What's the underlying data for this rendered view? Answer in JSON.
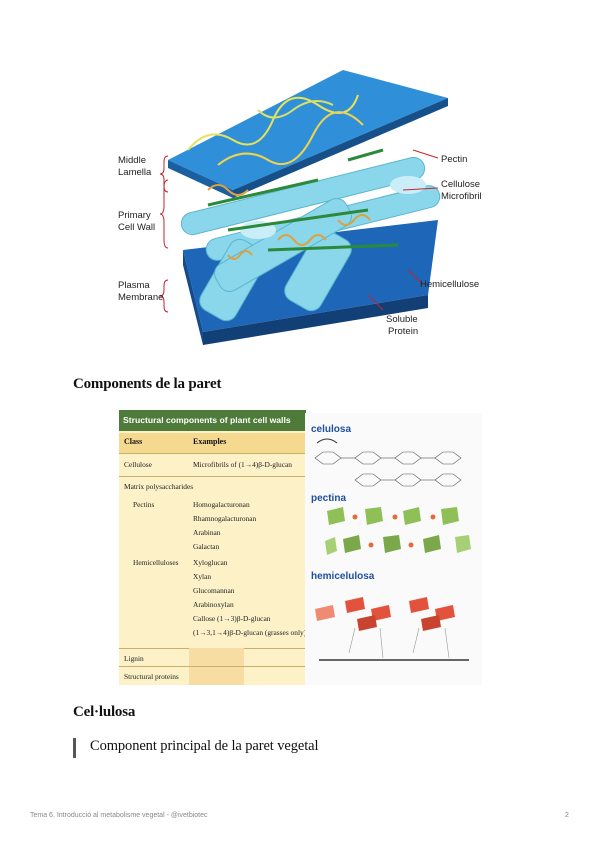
{
  "diagram": {
    "labels": {
      "middle_lamella_1": "Middle",
      "middle_lamella_2": "Lamella",
      "primary_wall_1": "Primary",
      "primary_wall_2": "Cell Wall",
      "plasma_1": "Plasma",
      "plasma_2": "Membrane",
      "pectin": "Pectin",
      "cellulose_1": "Cellulose",
      "cellulose_2": "Microfibril",
      "hemicellulose": "Hemicellulose",
      "soluble_1": "Soluble",
      "soluble_2": "Protein"
    },
    "colors": {
      "sheet": "#2f8fd8",
      "membrane": "#1e66b8",
      "rod": "#8ad6ea",
      "pectin": "#e0a13a",
      "hemi": "#2b8a3a"
    }
  },
  "headings": {
    "components": "Components de la paret",
    "cellulosa": "Cel·lulosa"
  },
  "table": {
    "title": "Structural components of plant cell walls",
    "col_class": "Class",
    "col_examples": "Examples",
    "rows": {
      "cellulose_class": "Cellulose",
      "cellulose_example": "Microfibrils of (1→4)β-D-glucan",
      "matrix": "Matrix polysaccharides",
      "pectins": "Pectins",
      "hemicelluloses": "Hemicelluloses",
      "lignin": "Lignin",
      "proteins": "Structural proteins"
    },
    "examples": [
      "Homogalacturonan",
      "Rhamnogalacturonan",
      "Arabinan",
      "Galactan",
      "Xyloglucan",
      "Xylan",
      "Glucomannan",
      "Arabinoxylan",
      "Callose (1→3)β-D-glucan",
      "(1→3,1→4)β-D-glucan (grasses only)"
    ]
  },
  "panel": {
    "celulosa": "celulosa",
    "pectina": "pectina",
    "hemicelulosa": "hemicelulosa"
  },
  "quote": "Component principal de la paret vegetal",
  "footer": {
    "left": "Tema 6. Introducció al metabolisme vegetal - @ivetbiotec",
    "page": "2"
  }
}
